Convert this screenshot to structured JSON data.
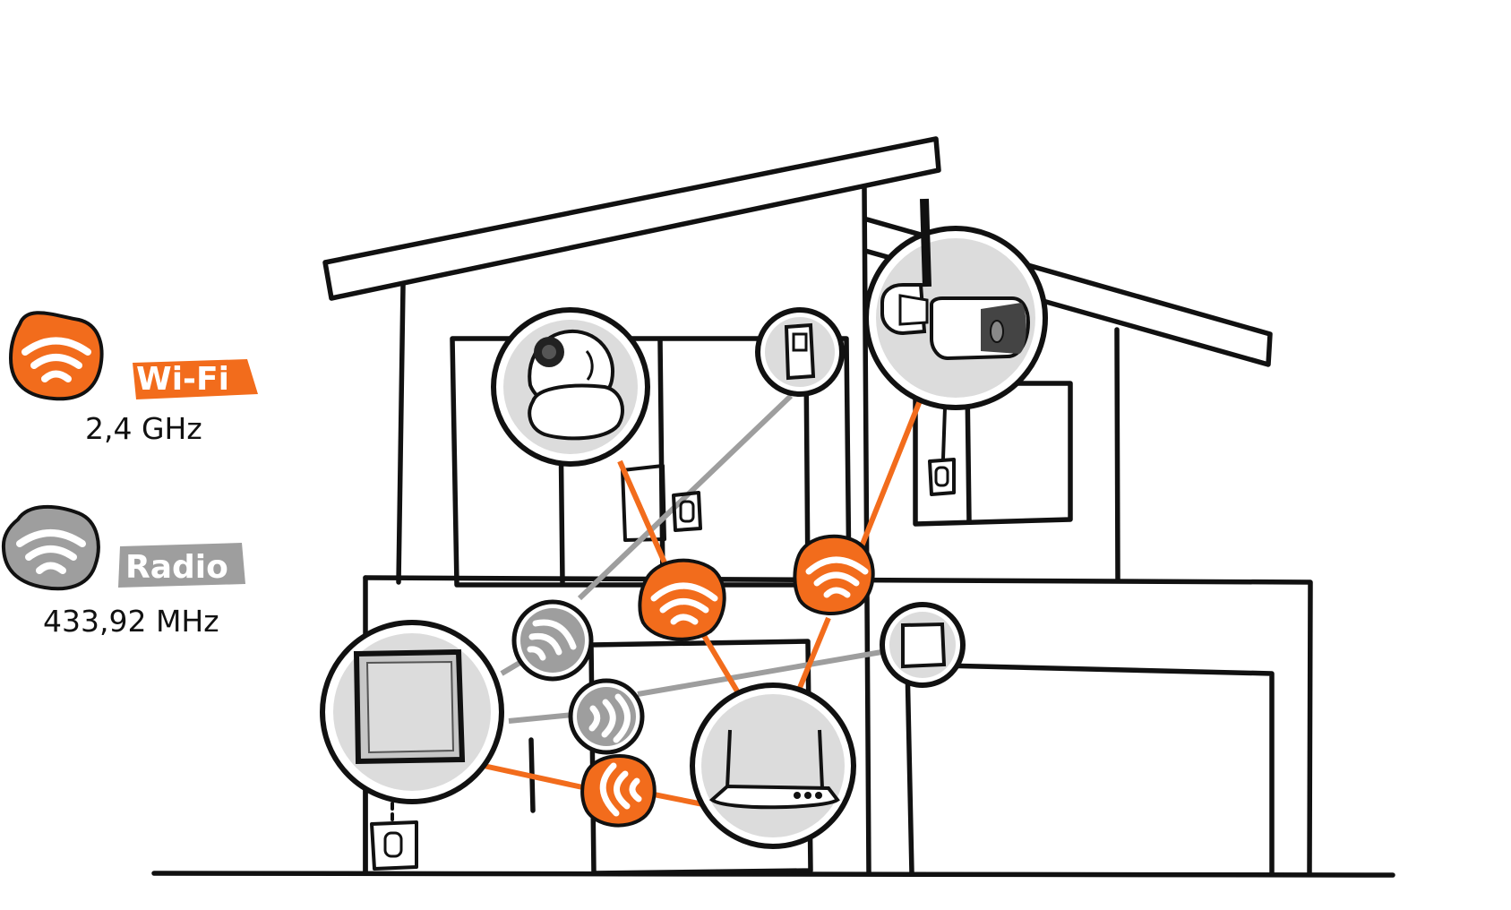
{
  "legend": {
    "wifi": {
      "label": "Wi-Fi",
      "frequency": "2,4 GHz",
      "icon": "wifi-icon"
    },
    "radio": {
      "label": "Radio",
      "frequency": "433,92 MHz",
      "icon": "wifi-icon"
    }
  },
  "colors": {
    "wifi": "#f26c1c",
    "radio": "#9e9e9e",
    "device_fill": "#dcdcdc",
    "ink": "#111111"
  },
  "devices": [
    {
      "id": "indoor-camera",
      "icon": "pan-tilt-camera-icon"
    },
    {
      "id": "outdoor-camera",
      "icon": "bullet-camera-icon"
    },
    {
      "id": "door-sensor",
      "icon": "door-sensor-icon"
    },
    {
      "id": "window-sensor",
      "icon": "window-sensor-icon"
    },
    {
      "id": "control-panel",
      "icon": "control-panel-icon"
    },
    {
      "id": "router",
      "icon": "router-icon"
    }
  ],
  "repeaters": [
    {
      "id": "wifi-repeater-left",
      "type": "wifi"
    },
    {
      "id": "wifi-repeater-right",
      "type": "wifi"
    },
    {
      "id": "wifi-repeater-bottom",
      "type": "wifi"
    },
    {
      "id": "radio-repeater-top",
      "type": "radio"
    },
    {
      "id": "radio-repeater-bottom",
      "type": "radio"
    }
  ]
}
